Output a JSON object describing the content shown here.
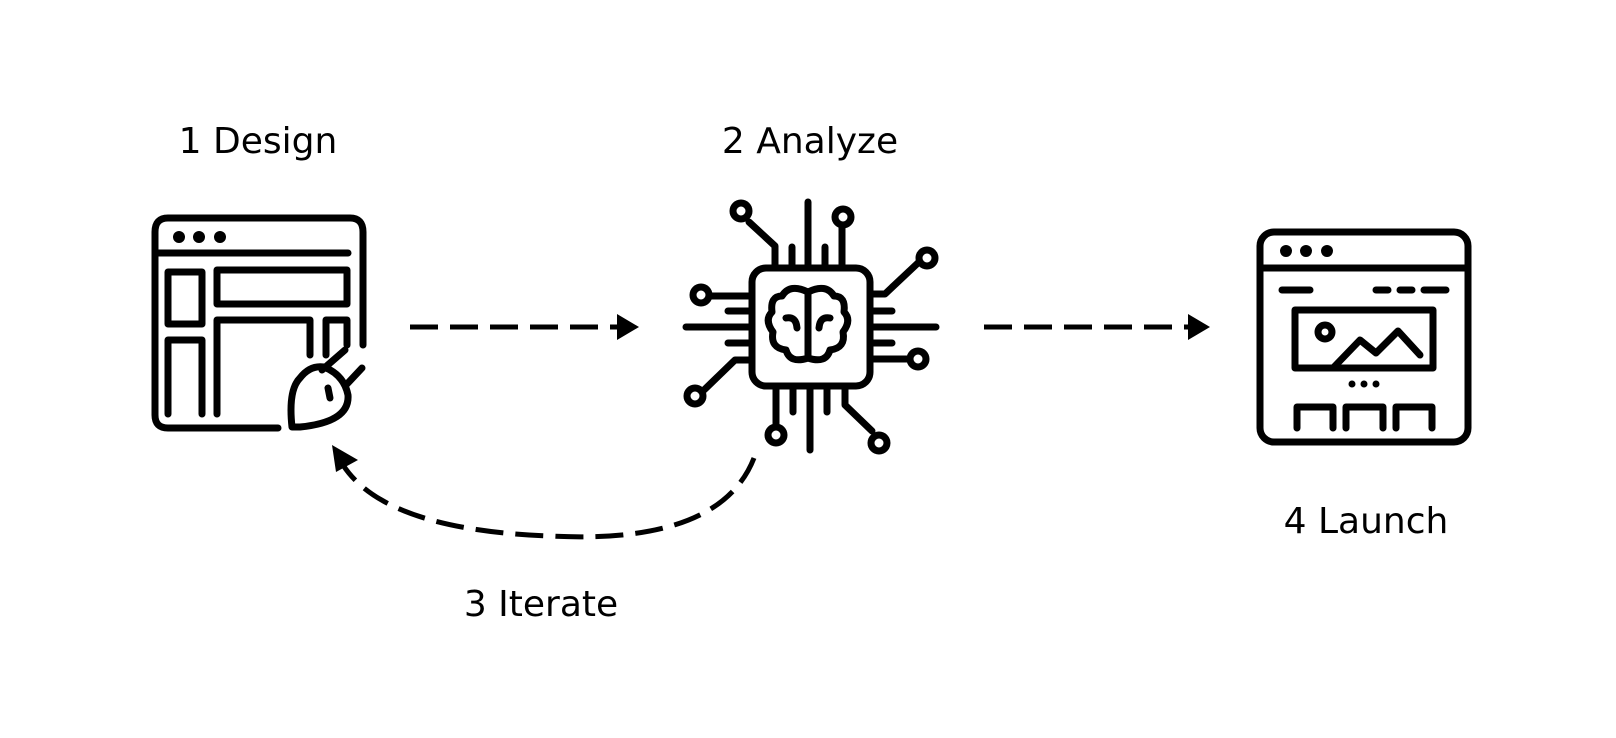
{
  "steps": [
    {
      "number": "1",
      "name": "Design",
      "label": "1 Design",
      "icon": "browser-layout-brush-icon"
    },
    {
      "number": "2",
      "name": "Analyze",
      "label": "2 Analyze",
      "icon": "ai-brain-chip-icon"
    },
    {
      "number": "3",
      "name": "Iterate",
      "label": "3 Iterate",
      "icon": null
    },
    {
      "number": "4",
      "name": "Launch",
      "label": "4 Launch",
      "icon": "browser-image-gallery-icon"
    }
  ],
  "connections": [
    {
      "from": "1 Design",
      "to": "2 Analyze",
      "style": "dashed"
    },
    {
      "from": "2 Analyze",
      "to": "4 Launch",
      "style": "dashed"
    },
    {
      "from": "2 Analyze",
      "to": "1 Design",
      "style": "dashed",
      "label": "3 Iterate"
    }
  ],
  "colors": {
    "stroke": "#000000",
    "background": "#ffffff"
  }
}
